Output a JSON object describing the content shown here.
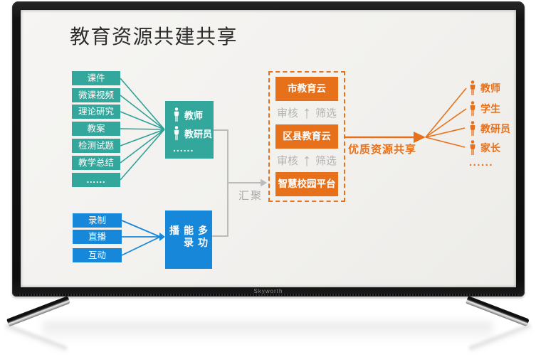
{
  "tv": {
    "brand": "Skyworth"
  },
  "slide": {
    "title": "教育资源共建共享",
    "resource_boxes": [
      "课件",
      "微课视频",
      "理论研究",
      "教案",
      "检测试题",
      "教学总结",
      "......"
    ],
    "people_box": {
      "items": [
        "教师",
        "教研员"
      ],
      "dots": "......"
    },
    "record_boxes": [
      "录制",
      "直播",
      "互动"
    ],
    "recorder_box": "多功能录播",
    "converge_label": "汇聚",
    "cloud_panel": {
      "levels": [
        "市教育云",
        "区县教育云",
        "智慧校园平台"
      ],
      "review_label": "审核",
      "filter_label": "筛选"
    },
    "share_label": "优质资源共享",
    "share_targets": [
      "教师",
      "学生",
      "教研员",
      "家长"
    ],
    "share_dots": "......",
    "colors": {
      "teal": "#34a79c",
      "blue": "#1787d9",
      "orange": "#e7711b",
      "gray": "#b8b8b8"
    }
  }
}
